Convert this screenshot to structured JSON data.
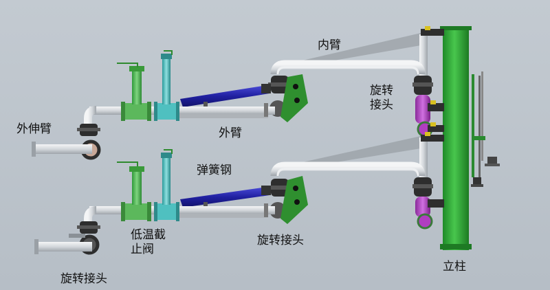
{
  "labels": {
    "inner_arm": "内臂",
    "swivel_upper": "旋转\n接头",
    "outer_extension_arm": "外伸臂",
    "outer_arm": "外臂",
    "spring_steel": "弹簧钢",
    "cryogenic_valve": "低温截\n止阀",
    "swivel_middle": "旋转接头",
    "column": "立柱",
    "swivel_bottom": "旋转接头"
  },
  "colors": {
    "background": "#bcc3cb",
    "pipe": "#d9dde1",
    "column": "#33b03a",
    "valve": "#5cb85c",
    "valve_cyan": "#4fc0c0",
    "spring_cylinder": "#2424a8",
    "swivel_dark": "#2e2e2e",
    "swivel_purple": "#b03ec0",
    "bracket_green": "#2f8f2f",
    "counterweight": "#a8adb2"
  }
}
